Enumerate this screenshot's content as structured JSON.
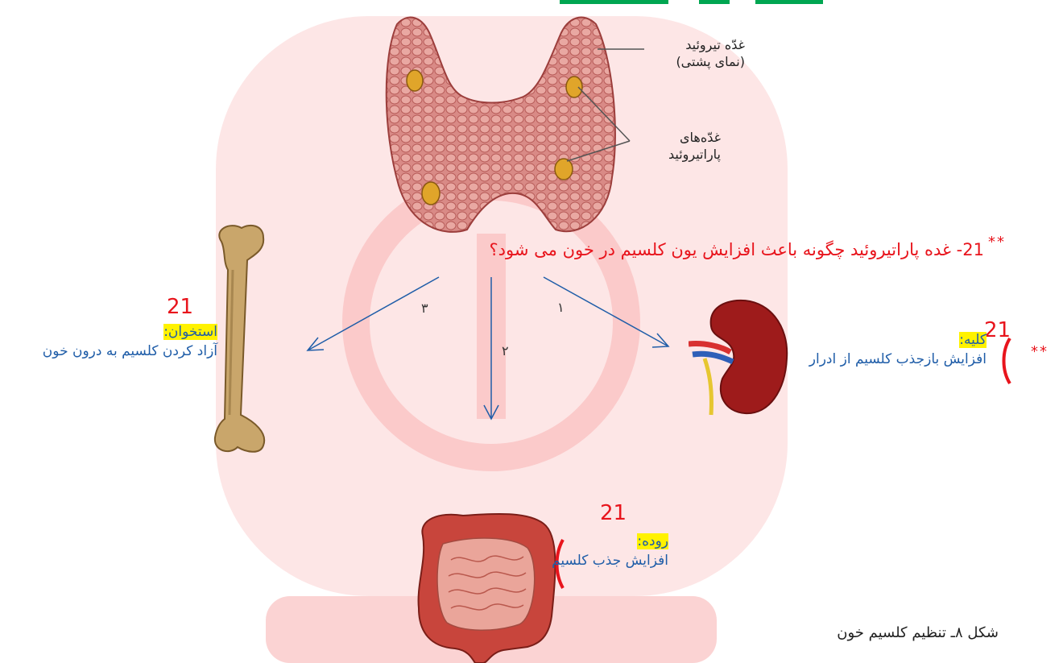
{
  "thyroid": {
    "thyroid_label_1": "غدّه تیروئید",
    "thyroid_label_2": "(نمای پشتی)",
    "parathyroid_label_1": "غدّه‌های",
    "parathyroid_label_2": "پاراتیروئید"
  },
  "question": {
    "stars": "**",
    "text": "21- غده پاراتیروئید چگونه باعث افزایش یون کلسیم در خون می شود؟"
  },
  "arrows": {
    "label_1": "۱",
    "label_2": "۲",
    "label_3": "۳"
  },
  "bone": {
    "number": "21",
    "title": "استخوان:",
    "desc": "آزاد کردن کلسیم به درون خون"
  },
  "kidney": {
    "number": "21",
    "title": "کلیه:",
    "desc": "افزایش بازجذب کلسیم از ادرار",
    "stars": "**"
  },
  "intestine": {
    "number": "21",
    "title": "روده:",
    "desc": "افزایش جذب کلسیم"
  },
  "caption": "شکل ۸ـ تنظیم کلسیم خون",
  "colors": {
    "accent_red": "#e8141c",
    "answer_blue": "#1f5da8",
    "highlight": "#fff200"
  }
}
